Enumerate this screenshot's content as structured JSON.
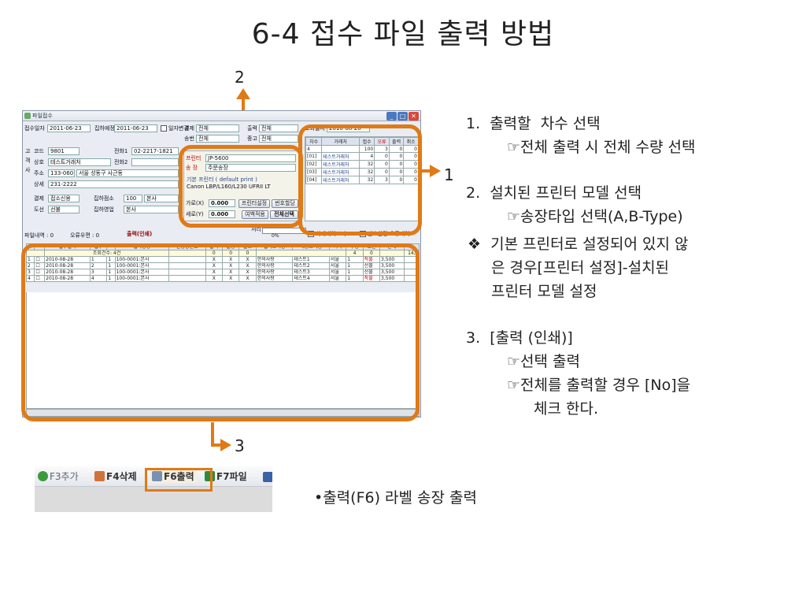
{
  "slide": {
    "title": "6-4 접수 파일 출력 방법",
    "callouts": [
      "2",
      "1",
      "3"
    ]
  },
  "window": {
    "title": "파일접수",
    "receipt_date_label": "접수일자",
    "receipt_date": "2011-06-23",
    "pickup_date_label": "집하예정",
    "pickup_date": "2011-06-23",
    "date_change_label": "일자변경",
    "customer_side": [
      "고",
      "객",
      "사"
    ],
    "code_label": "코드",
    "code": "9801",
    "phone1_label": "전화1",
    "phone1": "02-2217-1821",
    "trade_name_label": "상호",
    "trade_name": "테스트거래처",
    "phone2_label": "전화2",
    "address_label": "주소",
    "zip": "133-060",
    "address": "서울 성동구 사근동",
    "detail_label": "상세",
    "detail": "231-2222",
    "payment_label": "결제",
    "payment": "접소신용",
    "pickup_branch_label": "집하점소",
    "pickup_branch_code": "100",
    "pickup_branch": "본사",
    "road_label": "도선",
    "road": "선불",
    "pickup_sales_label": "집하영업",
    "pickup_sales": "본사",
    "file_count_label": "파일내역 : 0",
    "error_label": "오류우편 : 0",
    "print_tab": "출력(인쇄)",
    "filters": [
      {
        "label": "결제",
        "value": "전체"
      },
      {
        "label": "출력",
        "value": "전체"
      },
      {
        "label": "송번",
        "value": "전체"
      },
      {
        "label": "중고",
        "value": "전체"
      }
    ],
    "printer_label": "프린터",
    "printer": "JP-5600",
    "invoice_label": "송 장",
    "invoice": "주문송장",
    "default_printer_title": "기본 프린터 ( default print )",
    "default_printer": "Canon LBP/L160/L230 UFRII LT",
    "x_label": "가로(X)",
    "x_value": "0.000",
    "y_label": "세로(Y)",
    "y_value": "0.000",
    "printer_setup_btn": "프린터설정",
    "number_assign_btn": "번호할당",
    "apply_btn": "여백적용",
    "select_all_btn": "전체선택",
    "processing_label": "처리",
    "progress": "0%",
    "deleted_view_label": "삭제내역보기",
    "number_assign_label": "번호할당 오류내역",
    "inquiry_date_label": "조회일자",
    "inquiry_date": "2010-08-28",
    "order_table": {
      "headers": [
        "차수",
        "거래처",
        "접수",
        "오류",
        "출력",
        "취소"
      ],
      "rows": [
        [
          "4",
          "",
          "100",
          "3",
          "0",
          "0"
        ],
        [
          "[01]",
          "테스트거래처",
          "4",
          "0",
          "0",
          "0"
        ],
        [
          "[02]",
          "테스트거래처",
          "32",
          "0",
          "0",
          "0"
        ],
        [
          "[03]",
          "테스트거래처",
          "32",
          "0",
          "0",
          "0"
        ],
        [
          "[04]",
          "테스트거래처",
          "32",
          "3",
          "0",
          "0"
        ]
      ]
    },
    "grid": {
      "headers": [
        "",
        "",
        "접수일자",
        "접수",
        "",
        "접하장당",
        "운송장번호",
        "출력",
        "불량",
        "출고",
        "접하고객명",
        "배송고객명",
        "지역",
        "수량",
        "도선",
        "운세",
        ""
      ],
      "summary": {
        "label": "조회건수: 4건",
        "c1": "0",
        "c2": "0",
        "c3": "0",
        "qty": "4",
        "extra": "0",
        "total": "14,"
      },
      "rows": [
        [
          "1",
          "2010-08-28",
          "1",
          "1",
          "100-0001:본사",
          "",
          "X",
          "X",
          "X",
          "한의사랑",
          "테스트1",
          "서울",
          "1",
          "착불",
          "3,500"
        ],
        [
          "2",
          "2010-08-28",
          "2",
          "1",
          "100-0001:본사",
          "",
          "X",
          "X",
          "X",
          "한의사랑",
          "테스트2",
          "서울",
          "1",
          "선불",
          "3,500"
        ],
        [
          "3",
          "2010-08-28",
          "3",
          "1",
          "100-0001:본사",
          "",
          "X",
          "X",
          "X",
          "한의사랑",
          "테스트3",
          "서울",
          "1",
          "선불",
          "3,500"
        ],
        [
          "4",
          "2010-08-28",
          "4",
          "1",
          "100-0001:본사",
          "",
          "X",
          "X",
          "X",
          "한의사랑",
          "테스트4",
          "서울",
          "1",
          "착불",
          "3,500"
        ]
      ]
    }
  },
  "toolbar": {
    "add": "F3추가",
    "delete": "F4삭제",
    "print": "F6출력",
    "file": "F7파일"
  },
  "instructions": {
    "step1": "1.  출력할  차수 선택",
    "step1_sub": "☞전체 출력 시 전체 수량 선택",
    "step2": "2.  설치된 프린터 모델 선택",
    "step2_sub": "☞송장타입 선택(A,B-Type)",
    "note_line1": "❖  기본 프린터로 설정되어 있지 않",
    "note_line2": "은 경우[프린터 설정]-설치된",
    "note_line3": "프린터 모델 설정",
    "step3": "3.  [출력 (인쇄)]",
    "step3_sub1": "☞선택 출력",
    "step3_sub2": "☞전체를 출력할 경우 [No]을",
    "step3_sub3": "체크 한다.",
    "bottom_note": "•출력(F6) 라벨 송장 출력"
  },
  "colors": {
    "highlight": "#e07a16",
    "window_bg": "#e9ecf2",
    "grid_header": "#dde3ee"
  }
}
